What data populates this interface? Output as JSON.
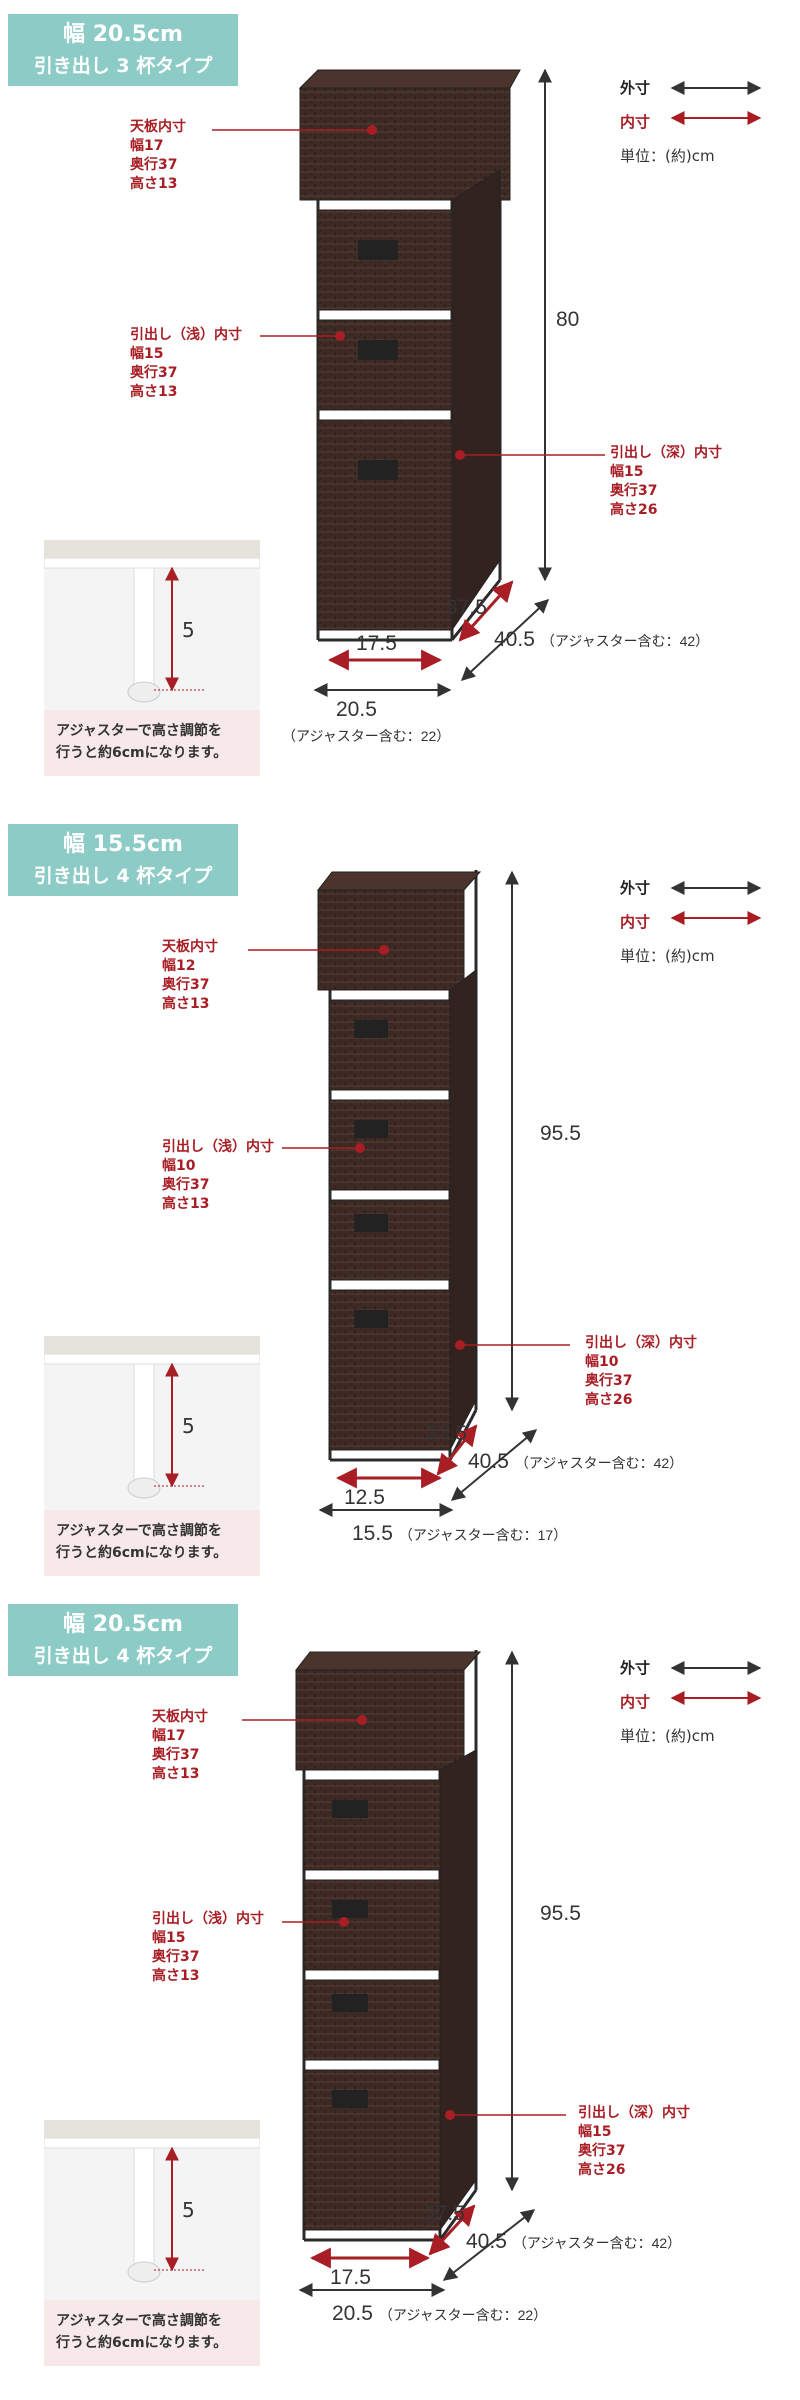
{
  "sections": [
    {
      "tag": {
        "line1": "幅 20.5cm",
        "line2": "引き出し 3 杯タイプ"
      },
      "legend": {
        "outer": "外寸",
        "inner": "内寸",
        "unit": "単位：(約)cm"
      },
      "labels": {
        "top": [
          "天板内寸",
          "幅17",
          "奥行37",
          "高さ13"
        ],
        "shallow": [
          "引出し（浅）内寸",
          "幅15",
          "奥行37",
          "高さ13"
        ],
        "deep": [
          "引出し（深）内寸",
          "幅15",
          "奥行37",
          "高さ26"
        ]
      },
      "dims": {
        "height": "80",
        "inner_width": "17.5",
        "inner_depth": "37.5",
        "outer_depth": "40.5",
        "outer_depth_note": "（アジャスター含む：42）",
        "outer_width": "20.5",
        "outer_width_note": "（アジャスター含む：22）"
      },
      "adjuster": {
        "value": "5",
        "note_line1": "アジャスターで高さ調節を",
        "note_line2": "行うと約6cmになります。"
      }
    },
    {
      "tag": {
        "line1": "幅 15.5cm",
        "line2": "引き出し 4 杯タイプ"
      },
      "legend": {
        "outer": "外寸",
        "inner": "内寸",
        "unit": "単位：(約)cm"
      },
      "labels": {
        "top": [
          "天板内寸",
          "幅12",
          "奥行37",
          "高さ13"
        ],
        "shallow": [
          "引出し（浅）内寸",
          "幅10",
          "奥行37",
          "高さ13"
        ],
        "deep": [
          "引出し（深）内寸",
          "幅10",
          "奥行37",
          "高さ26"
        ]
      },
      "dims": {
        "height": "95.5",
        "inner_width": "12.5",
        "inner_depth": "37.5",
        "outer_depth": "40.5",
        "outer_depth_note": "（アジャスター含む：42）",
        "outer_width": "15.5",
        "outer_width_note": "（アジャスター含む：17）"
      },
      "adjuster": {
        "value": "5",
        "note_line1": "アジャスターで高さ調節を",
        "note_line2": "行うと約6cmになります。"
      }
    },
    {
      "tag": {
        "line1": "幅 20.5cm",
        "line2": "引き出し 4 杯タイプ"
      },
      "legend": {
        "outer": "外寸",
        "inner": "内寸",
        "unit": "単位：(約)cm"
      },
      "labels": {
        "top": [
          "天板内寸",
          "幅17",
          "奥行37",
          "高さ13"
        ],
        "shallow": [
          "引出し（浅）内寸",
          "幅15",
          "奥行37",
          "高さ13"
        ],
        "deep": [
          "引出し（深）内寸",
          "幅15",
          "奥行37",
          "高さ26"
        ]
      },
      "dims": {
        "height": "95.5",
        "inner_width": "17.5",
        "inner_depth": "37.5",
        "outer_depth": "40.5",
        "outer_depth_note": "（アジャスター含む：42）",
        "outer_width": "20.5",
        "outer_width_note": "（アジャスター含む：22）"
      },
      "adjuster": {
        "value": "5",
        "note_line1": "アジャスターで高さ調節を",
        "note_line2": "行うと約6cmになります。"
      }
    }
  ],
  "colors": {
    "accent_red": "#a81e24",
    "tag_teal": "#8dcbc6",
    "basket_brown": "#3d2a24",
    "frame": "#2b2b2b"
  }
}
